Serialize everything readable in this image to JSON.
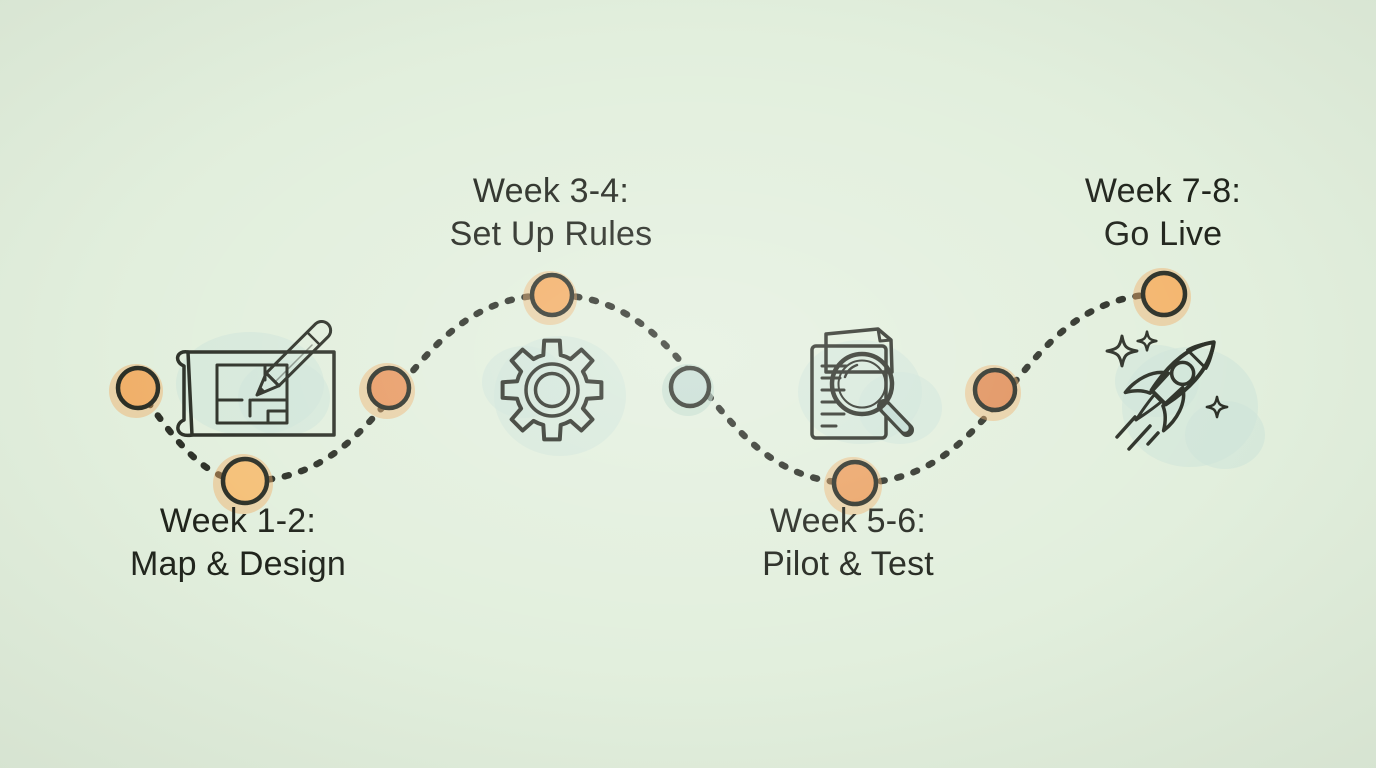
{
  "title": "8-week implementation roadmap",
  "palette": {
    "bg": "#e2efdd",
    "ink": "#2b2f26",
    "text": "#20241c",
    "orange-halo": "#f0ae67",
    "teal": "#c2dbd2",
    "teal-halo": "#bdd9cc",
    "glass": "#b7d4c9",
    "blob": "#cde3d9",
    "paper": "#dfede4",
    "paper2": "#eef5ea",
    "pencil": "#f7c783",
    "eraser": "#f4c5a4",
    "cream": "#f8ecd8"
  },
  "node_colors": [
    "#f0b06a",
    "#f5c078",
    "#e89a63",
    "#f3ad64",
    "#c6ddd3",
    "#eba365",
    "#e1915c",
    "#f4b56d"
  ],
  "milestones": [
    {
      "icon": "blueprint-pencil-icon",
      "line1": "Week 1-2:",
      "line2": "Map & Design",
      "label_position": "below"
    },
    {
      "icon": "gear-icon",
      "line1": "Week 3-4:",
      "line2": "Set Up Rules",
      "label_position": "above"
    },
    {
      "icon": "document-magnifier-icon",
      "line1": "Week 5-6:",
      "line2": "Pilot & Test",
      "label_position": "below"
    },
    {
      "icon": "rocket-icon",
      "line1": "Week 7-8:",
      "line2": "Go Live",
      "label_position": "above"
    }
  ]
}
